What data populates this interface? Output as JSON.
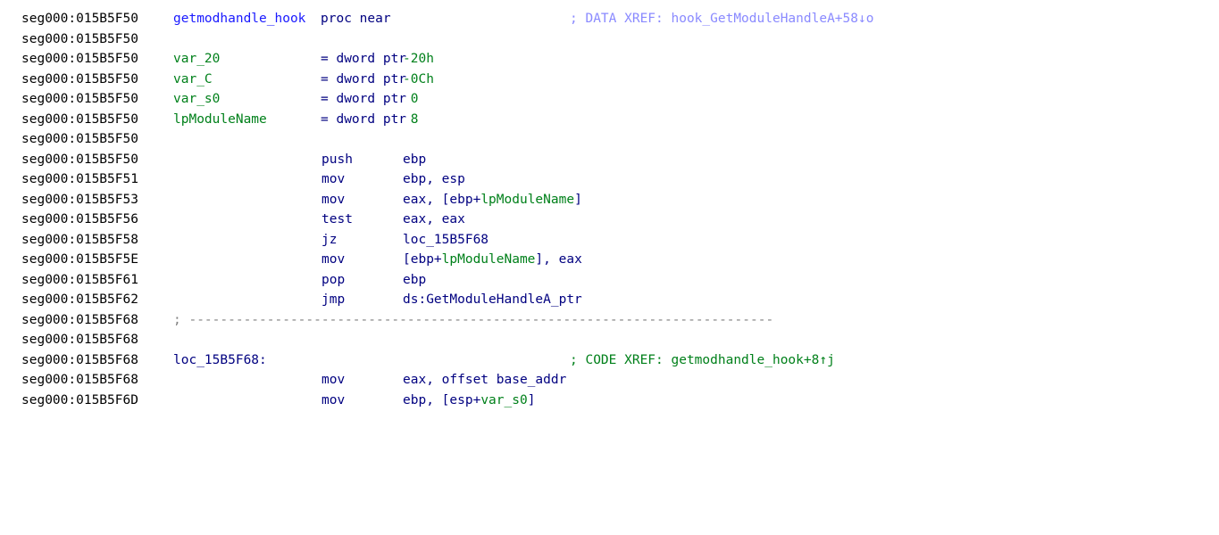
{
  "colors": {
    "address": "#000000",
    "function_name": "#1a1aff",
    "instruction": "#000080",
    "local_var": "#00801a",
    "data_xref_comment": "#8a8aff",
    "code_xref_comment": "#00801a",
    "separator": "#808080"
  },
  "lines": [
    {
      "addr": "seg000:015B5F50",
      "name": "getmodhandle_hook",
      "directive": "proc near",
      "comment": "; DATA XREF: hook_GetModuleHandleA+58↓o"
    },
    {
      "addr": "seg000:015B5F50"
    },
    {
      "addr": "seg000:015B5F50",
      "name": "var_20",
      "eq": "= dword ptr",
      "val": "-20h"
    },
    {
      "addr": "seg000:015B5F50",
      "name": "var_C",
      "eq": "= dword ptr",
      "val": "-0Ch"
    },
    {
      "addr": "seg000:015B5F50",
      "name": "var_s0",
      "eq": "= dword ptr",
      "val": " 0"
    },
    {
      "addr": "seg000:015B5F50",
      "name": "lpModuleName",
      "eq": "= dword ptr",
      "val": " 8"
    },
    {
      "addr": "seg000:015B5F50"
    },
    {
      "addr": "seg000:015B5F50",
      "mnem": "push",
      "op1": "ebp"
    },
    {
      "addr": "seg000:015B5F51",
      "mnem": "mov",
      "op1": "ebp, esp"
    },
    {
      "addr": "seg000:015B5F53",
      "mnem": "mov",
      "op1": "eax, [ebp+",
      "op_var": "lpModuleName",
      "op2": "]"
    },
    {
      "addr": "seg000:015B5F56",
      "mnem": "test",
      "op1": "eax, eax"
    },
    {
      "addr": "seg000:015B5F58",
      "mnem": "jz",
      "op1": "loc_15B5F68"
    },
    {
      "addr": "seg000:015B5F5E",
      "mnem": "mov",
      "op1": "[ebp+",
      "op_var": "lpModuleName",
      "op2": "], eax"
    },
    {
      "addr": "seg000:015B5F61",
      "mnem": "pop",
      "op1": "ebp"
    },
    {
      "addr": "seg000:015B5F62",
      "mnem": "jmp",
      "op1": "ds:GetModuleHandleA_ptr"
    },
    {
      "addr": "seg000:015B5F68",
      "separator": "; ---------------------------------------------------------------------------"
    },
    {
      "addr": "seg000:015B5F68"
    },
    {
      "addr": "seg000:015B5F68",
      "label": "loc_15B5F68:",
      "comment": "; CODE XREF: getmodhandle_hook+8↑j"
    },
    {
      "addr": "seg000:015B5F68",
      "mnem": "mov",
      "op1": "eax, offset base_addr"
    },
    {
      "addr": "seg000:015B5F6D",
      "mnem": "mov",
      "op1": "ebp, [esp+",
      "op_var": "var_s0",
      "op2": "]"
    }
  ]
}
